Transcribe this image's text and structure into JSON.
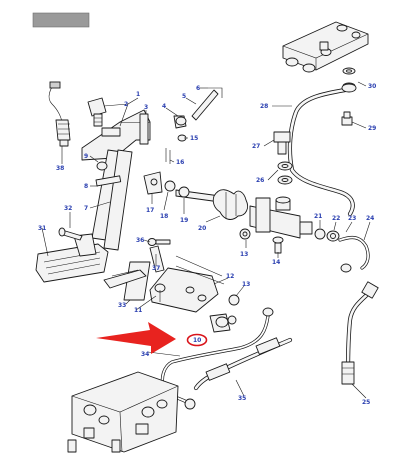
{
  "diagram": {
    "header_bar_color": "#9a9a9a",
    "arrow_color": "#e8231f",
    "highlight_color": "#d9141b",
    "label_color": "#2a3fb0",
    "highlighted_label": "10",
    "labels": {
      "l1": "1",
      "l2": "2",
      "l3": "3",
      "l4": "4",
      "l5": "5",
      "l6": "6",
      "l7": "7",
      "l8": "8",
      "l9": "9",
      "l10": "10",
      "l11": "11",
      "l12": "12",
      "l13a": "13",
      "l13b": "13",
      "l14": "14",
      "l15": "15",
      "l16": "16",
      "l17": "17",
      "l18": "18",
      "l19": "19",
      "l20": "20",
      "l21": "21",
      "l22": "22",
      "l23": "23",
      "l24": "24",
      "l25": "25",
      "l26": "26",
      "l27": "27",
      "l28": "28",
      "l29": "29",
      "l30": "30",
      "l31": "31",
      "l32": "32",
      "l33": "33",
      "l34": "34",
      "l35": "35",
      "l36": "36",
      "l37": "37",
      "l38": "38"
    }
  }
}
